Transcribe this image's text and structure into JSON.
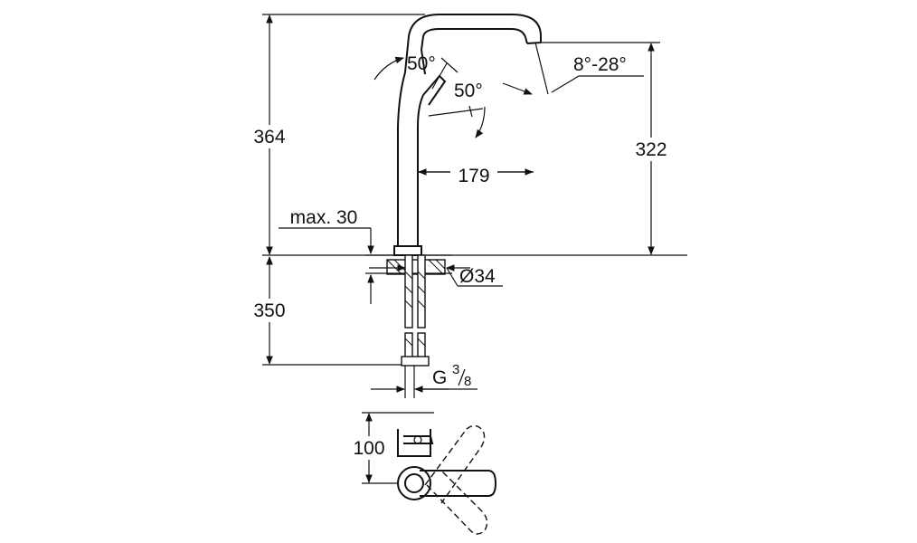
{
  "dimensions": {
    "total_height": "364",
    "spout_height": "322",
    "spout_reach": "179",
    "max_deck_thickness": "max. 30",
    "hole_diameter": "Ø34",
    "hose_length": "350",
    "connection_thread_main": "G",
    "connection_thread_num": "3",
    "connection_thread_den": "8",
    "lever_angle_front": "50°",
    "lever_angle_side": "50°",
    "spout_swivel_angle": "8°-28°",
    "top_view_depth": "100"
  }
}
